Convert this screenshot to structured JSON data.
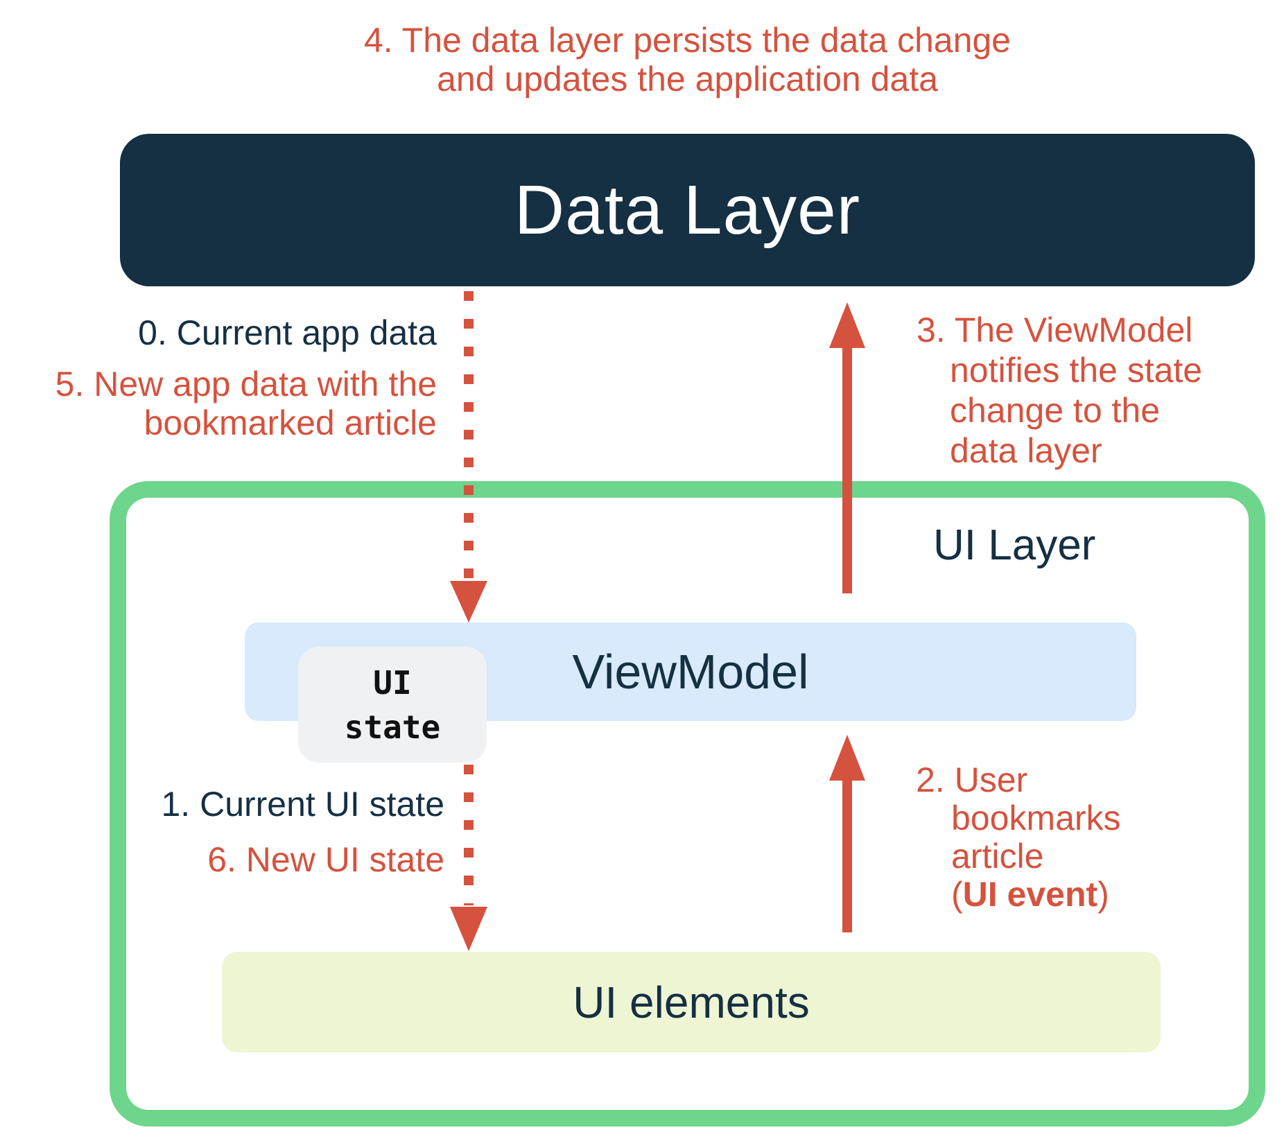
{
  "diagram": {
    "caption_step4_line1": "4. The data layer persists the data change",
    "caption_step4_line2": "and updates the application data",
    "data_layer_label": "Data Layer",
    "caption_step0": "0. Current app data",
    "caption_step5_line1": "5. New app data with the",
    "caption_step5_line2": "bookmarked article",
    "caption_step3_line1": "3. The ViewModel",
    "caption_step3_line2": "notifies the state",
    "caption_step3_line3": "change to the",
    "caption_step3_line4": "data layer",
    "ui_layer_label": "UI Layer",
    "viewmodel_label": "ViewModel",
    "ui_state_chip_line1": "UI",
    "ui_state_chip_line2": "state",
    "caption_step1": "1. Current UI state",
    "caption_step6": "6. New UI state",
    "caption_step2_line1": "2. User",
    "caption_step2_line2": "bookmarks",
    "caption_step2_line3": "article",
    "caption_step2_line4_open": "(",
    "caption_step2_line4_bold": "UI event",
    "caption_step2_line4_close": ")",
    "ui_elements_label": "UI elements"
  },
  "colors": {
    "navy": "#152f43",
    "red": "#d5523e",
    "green": "#6dd58c",
    "viewmodel_blue": "#d8eafc",
    "ui_state_gray": "#f0f1f3",
    "ui_elements_yellow": "#eef5d3",
    "background": "#ffffff"
  }
}
